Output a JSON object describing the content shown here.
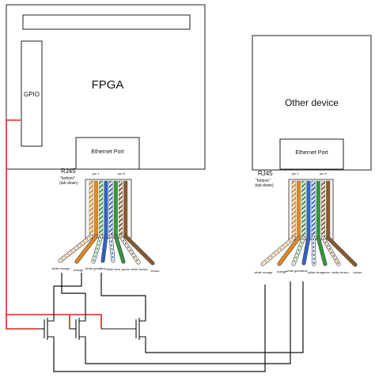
{
  "fpga": {
    "title": "FPGA",
    "gpio_label": "GPIO",
    "port_label": "Ethernet Port"
  },
  "other_device": {
    "title": "Other device",
    "port_label": "Ethernet Port"
  },
  "connector_left": {
    "title": "RJ45",
    "subtitle_line1": "\"bottom\"",
    "subtitle_line2": "(tab down)",
    "pin_first": "pin 1",
    "pin_last": "pin 8"
  },
  "connector_right": {
    "title": "RJ45",
    "subtitle_line1": "\"bottom\"",
    "subtitle_line2": "(tab down)",
    "pin_first": "pin 1",
    "pin_last": "pin 8"
  },
  "wire_labels_left": [
    "white orange",
    "orange",
    "white green",
    "blue",
    "white blue",
    "green",
    "white brown",
    "brown"
  ],
  "wire_labels_right": [
    "white orange",
    "orange",
    "white green",
    "blue",
    "white blue",
    "green",
    "white brown",
    "brown"
  ],
  "colors": {
    "gpio_wire": "#e0241b",
    "signal_wire": "#111111",
    "orange": "#e8891a",
    "green": "#2f9a3a",
    "blue": "#2f63c8",
    "brown": "#8a5a2b"
  }
}
